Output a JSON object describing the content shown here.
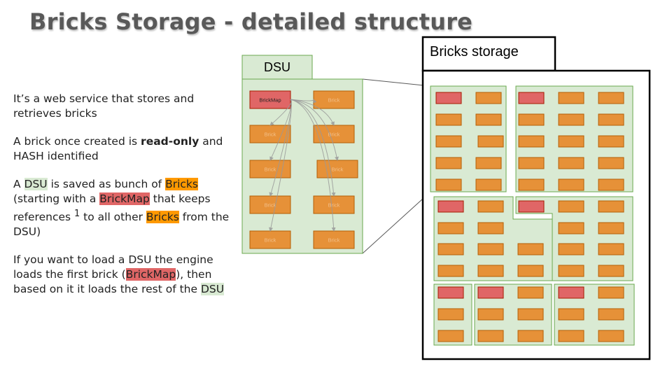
{
  "title": "Bricks Storage - detailed structure",
  "body": {
    "p1": "It’s a web service that stores and retrieves bricks",
    "p2_pre": "A brick once created is ",
    "p2_bold": "read-only",
    "p2_post": " and HASH identified",
    "p3_a": "A ",
    "p3_dsu": "DSU",
    "p3_b": " is saved as bunch of ",
    "p3_bricks": "Bricks",
    "p3_c": " (starting with a ",
    "p3_brickmap": "BrickMap",
    "p3_d": " that keeps references ",
    "p3_sup": "1",
    "p3_e": " to all other ",
    "p3_bricks2": "Bricks",
    "p3_f": " from the DSU)",
    "p4_a": "If you want to load a DSU the engine loads the first brick (",
    "p4_brickmap": "BrickMap",
    "p4_b": "), then based on it it loads the rest of the ",
    "p4_dsu": "DSU"
  },
  "diagram": {
    "dsu_label": "DSU",
    "storage_label": "Bricks storage",
    "brickmap_label": "BrickMap",
    "brick_label": "Brick",
    "colors": {
      "group_fill": "#d9ead3",
      "group_stroke": "#6aa84f",
      "brick_fill": "#e69138",
      "brick_stroke": "#b45f06",
      "brickmap_fill": "#e06666",
      "brickmap_stroke": "#a61c00",
      "arrow": "#999999"
    }
  }
}
